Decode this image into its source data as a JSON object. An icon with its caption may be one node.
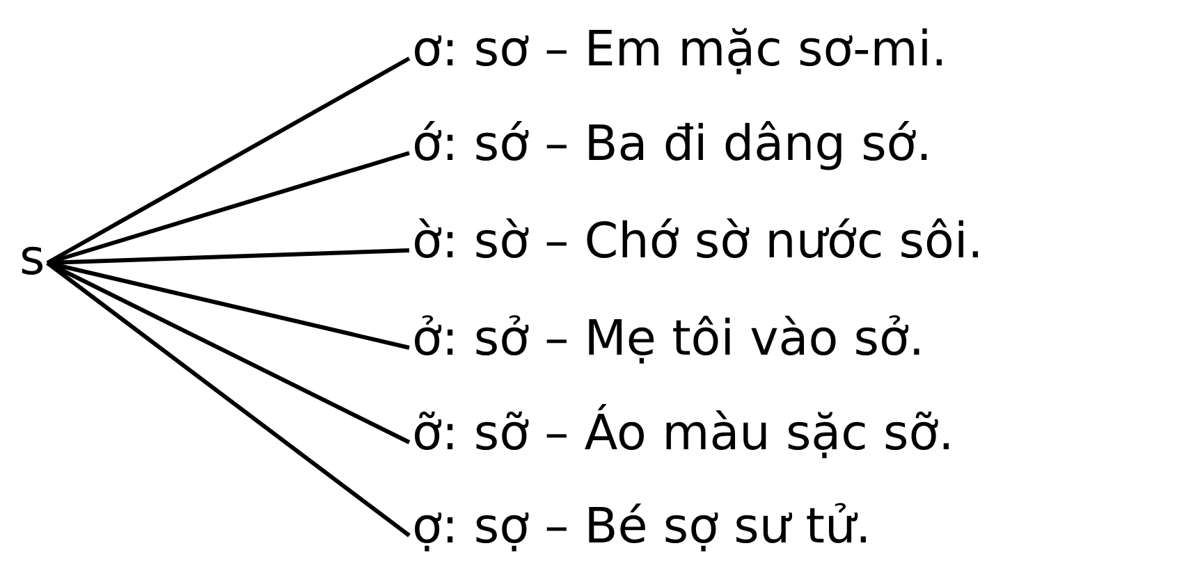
{
  "diagram": {
    "nodes": [
      {
        "text": [
          "s"
        ]
      },
      {
        "text": [
          "ơ: sơ – Em mặc sơ-mi."
        ]
      },
      {
        "text": [
          "ớ: sớ – Ba đi dâng sớ."
        ]
      },
      {
        "text": [
          "ờ: sờ – Chớ sờ nước sôi."
        ]
      },
      {
        "text": [
          "ở: sở – Mẹ tôi vào sở."
        ]
      },
      {
        "text": [
          "ỡ: sỡ – Áo màu sặc sỡ."
        ]
      },
      {
        "text": [
          "ợ: sợ – Bé sợ sư tử."
        ]
      }
    ],
    "edges": [
      {
        "from": 0,
        "to": 1,
        "arrow": "none"
      },
      {
        "from": 0,
        "to": 2,
        "arrow": "none"
      },
      {
        "from": 0,
        "to": 3,
        "arrow": "none"
      },
      {
        "from": 0,
        "to": 4,
        "arrow": "none"
      },
      {
        "from": 0,
        "to": 5,
        "arrow": "none"
      },
      {
        "from": 0,
        "to": 6,
        "arrow": "none"
      }
    ]
  }
}
